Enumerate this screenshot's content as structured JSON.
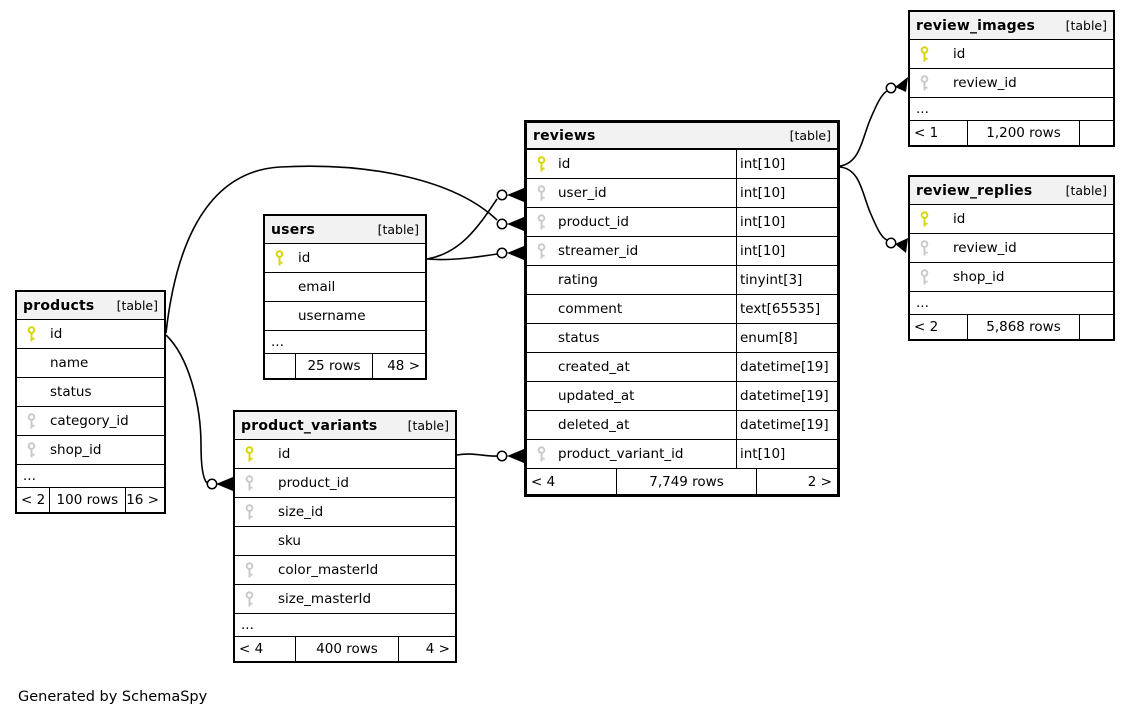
{
  "note": "Generated by SchemaSpy",
  "colors": {
    "background": "#ffffff",
    "border": "#000000",
    "header_bg": "#f2f2f2",
    "pk_key": "#d6d600",
    "fk_key": "#c9c9c9"
  },
  "tables": [
    {
      "id": "products",
      "name": "products",
      "tag": "[table]",
      "ellipsis_label": "...",
      "columns": [
        {
          "name": "id",
          "key": "pk"
        },
        {
          "name": "name",
          "key": "none"
        },
        {
          "name": "status",
          "key": "none"
        },
        {
          "name": "category_id",
          "key": "fk"
        },
        {
          "name": "shop_id",
          "key": "fk"
        }
      ],
      "footer": {
        "left": "< 2",
        "center": "100 rows",
        "right": "16 >"
      }
    },
    {
      "id": "users",
      "name": "users",
      "tag": "[table]",
      "ellipsis_label": "...",
      "columns": [
        {
          "name": "id",
          "key": "pk"
        },
        {
          "name": "email",
          "key": "none"
        },
        {
          "name": "username",
          "key": "none"
        }
      ],
      "footer": {
        "left": "",
        "center": "25 rows",
        "right": "48 >"
      }
    },
    {
      "id": "product_variants",
      "name": "product_variants",
      "tag": "[table]",
      "ellipsis_label": "...",
      "columns": [
        {
          "name": "id",
          "key": "pk"
        },
        {
          "name": "product_id",
          "key": "fk"
        },
        {
          "name": "size_id",
          "key": "fk"
        },
        {
          "name": "sku",
          "key": "none"
        },
        {
          "name": "color_masterId",
          "key": "fk"
        },
        {
          "name": "size_masterId",
          "key": "fk"
        }
      ],
      "footer": {
        "left": "< 4",
        "center": "400 rows",
        "right": "4 >"
      }
    },
    {
      "id": "reviews",
      "name": "reviews",
      "tag": "[table]",
      "ellipsis_label": "",
      "columns": [
        {
          "name": "id",
          "key": "pk",
          "type": "int[10]"
        },
        {
          "name": "user_id",
          "key": "fk",
          "type": "int[10]"
        },
        {
          "name": "product_id",
          "key": "fk",
          "type": "int[10]"
        },
        {
          "name": "streamer_id",
          "key": "fk",
          "type": "int[10]"
        },
        {
          "name": "rating",
          "key": "none",
          "type": "tinyint[3]"
        },
        {
          "name": "comment",
          "key": "none",
          "type": "text[65535]"
        },
        {
          "name": "status",
          "key": "none",
          "type": "enum[8]"
        },
        {
          "name": "created_at",
          "key": "none",
          "type": "datetime[19]"
        },
        {
          "name": "updated_at",
          "key": "none",
          "type": "datetime[19]"
        },
        {
          "name": "deleted_at",
          "key": "none",
          "type": "datetime[19]"
        },
        {
          "name": "product_variant_id",
          "key": "fk",
          "type": "int[10]"
        }
      ],
      "footer": {
        "left": "< 4",
        "center": "7,749 rows",
        "right": "2 >"
      }
    },
    {
      "id": "review_images",
      "name": "review_images",
      "tag": "[table]",
      "ellipsis_label": "...",
      "columns": [
        {
          "name": "id",
          "key": "pk"
        },
        {
          "name": "review_id",
          "key": "fk"
        }
      ],
      "footer": {
        "left": "< 1",
        "center": "1,200 rows",
        "right": ""
      }
    },
    {
      "id": "review_replies",
      "name": "review_replies",
      "tag": "[table]",
      "ellipsis_label": "...",
      "columns": [
        {
          "name": "id",
          "key": "pk"
        },
        {
          "name": "review_id",
          "key": "fk"
        },
        {
          "name": "shop_id",
          "key": "fk"
        }
      ],
      "footer": {
        "left": "< 2",
        "center": "5,868 rows",
        "right": ""
      }
    }
  ],
  "relationships": [
    {
      "from": "users.id",
      "to": "reviews.user_id"
    },
    {
      "from": "products.id",
      "to": "reviews.product_id"
    },
    {
      "from": "users.id",
      "to": "reviews.streamer_id"
    },
    {
      "from": "products.id",
      "to": "product_variants.product_id"
    },
    {
      "from": "product_variants.id",
      "to": "reviews.product_variant_id"
    },
    {
      "from": "reviews.id",
      "to": "review_images.review_id"
    },
    {
      "from": "reviews.id",
      "to": "review_replies.review_id"
    }
  ]
}
